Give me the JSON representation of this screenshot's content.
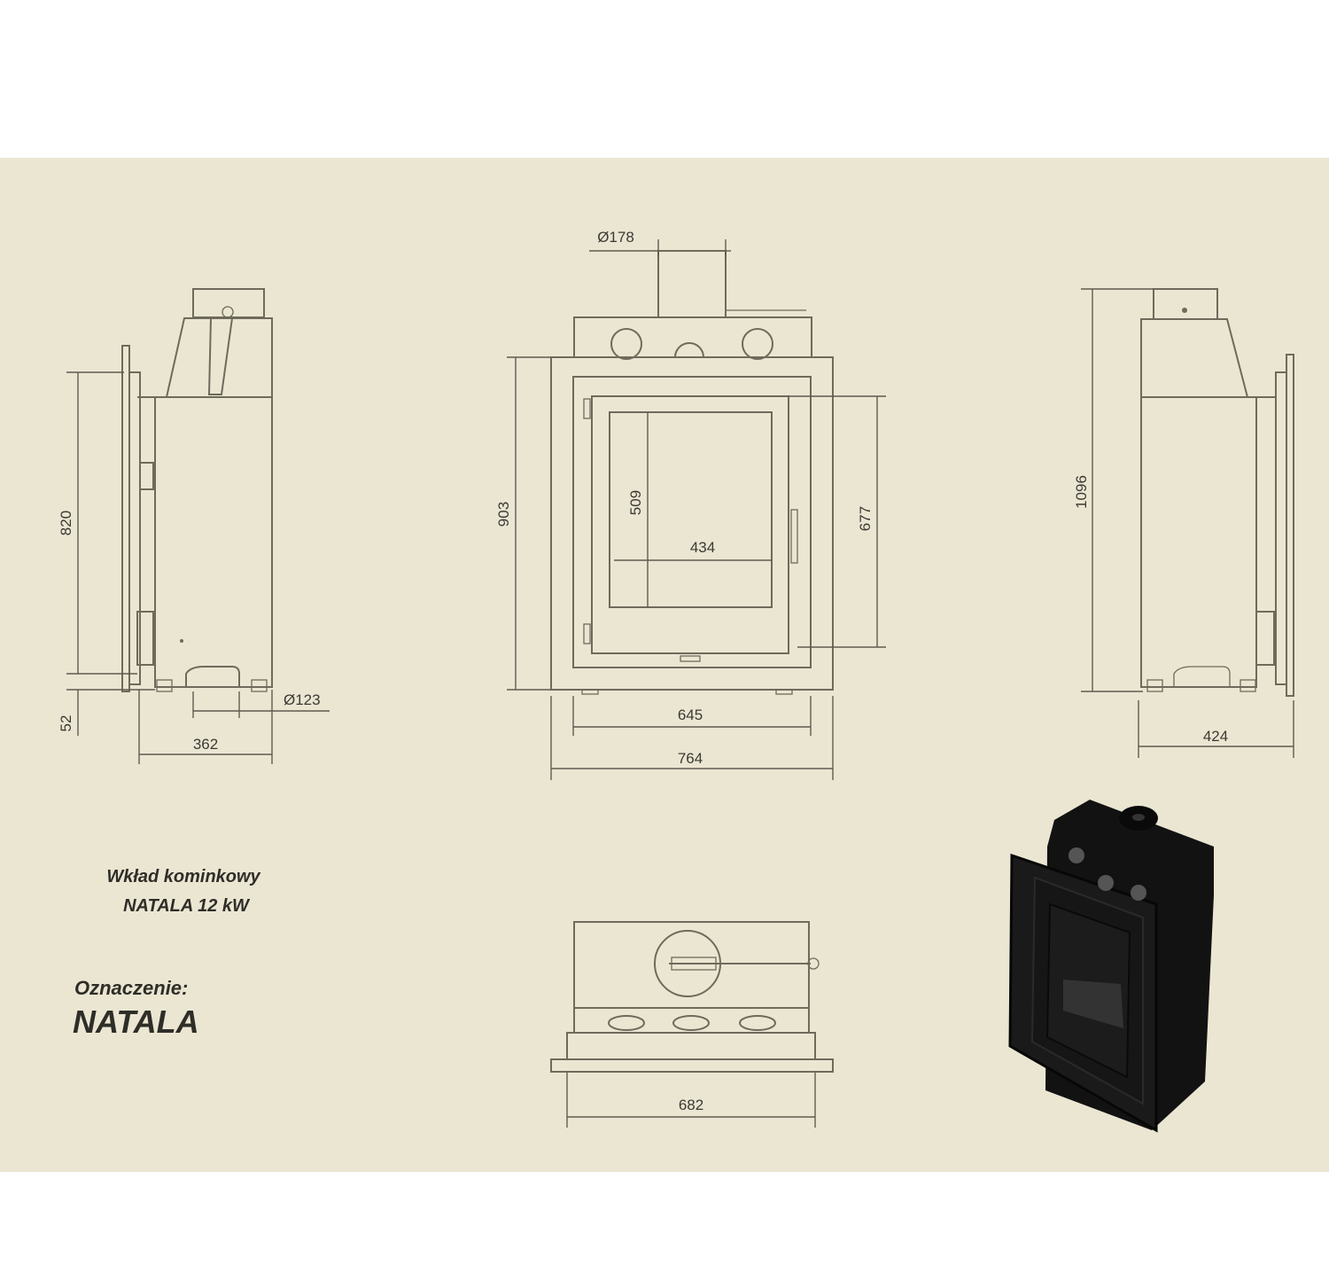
{
  "dimensions": {
    "side_left": {
      "height": "820",
      "base": "52",
      "depth": "362",
      "flue": "Ø123"
    },
    "front": {
      "flue": "Ø178",
      "total_height": "903",
      "glass_height": "509",
      "glass_width": "434",
      "door_height": "677",
      "door_width": "645",
      "total_width": "764"
    },
    "side_right": {
      "height": "1096",
      "depth": "424"
    },
    "top": {
      "width": "682"
    }
  },
  "caption": {
    "line1": "Wkład kominkowy",
    "line2": "NATALA 12 kW",
    "designation_label": "Oznaczenie:",
    "designation_value": "NATALA"
  },
  "colors": {
    "background": "#ebe6d2",
    "line": "#6e6b5c",
    "render": "#151515"
  }
}
